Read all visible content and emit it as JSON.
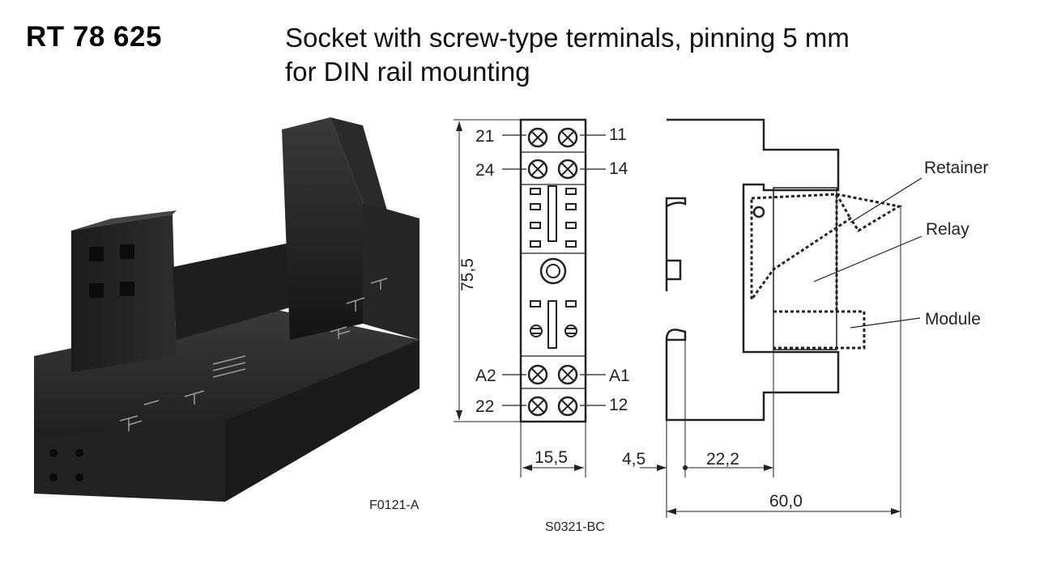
{
  "header": {
    "part_number": "RT 78 625",
    "title_line1": "Socket with screw-type terminals, pinning 5 mm",
    "title_line2": "for DIN rail mounting"
  },
  "photo": {
    "figure_code": "F0121-A"
  },
  "front_view": {
    "terminals": {
      "t21": "21",
      "t11": "11",
      "t24": "24",
      "t14": "14",
      "tA2": "A2",
      "tA1": "A1",
      "t22": "22",
      "t12": "12"
    },
    "height_dim": "75,5",
    "width_dim": "15,5",
    "figure_code": "S0321-BC"
  },
  "side_view": {
    "labels": {
      "retainer": "Retainer",
      "relay": "Relay",
      "module": "Module"
    },
    "dim_offset": "4,5",
    "dim_depth": "22,2",
    "dim_total": "60,0"
  }
}
